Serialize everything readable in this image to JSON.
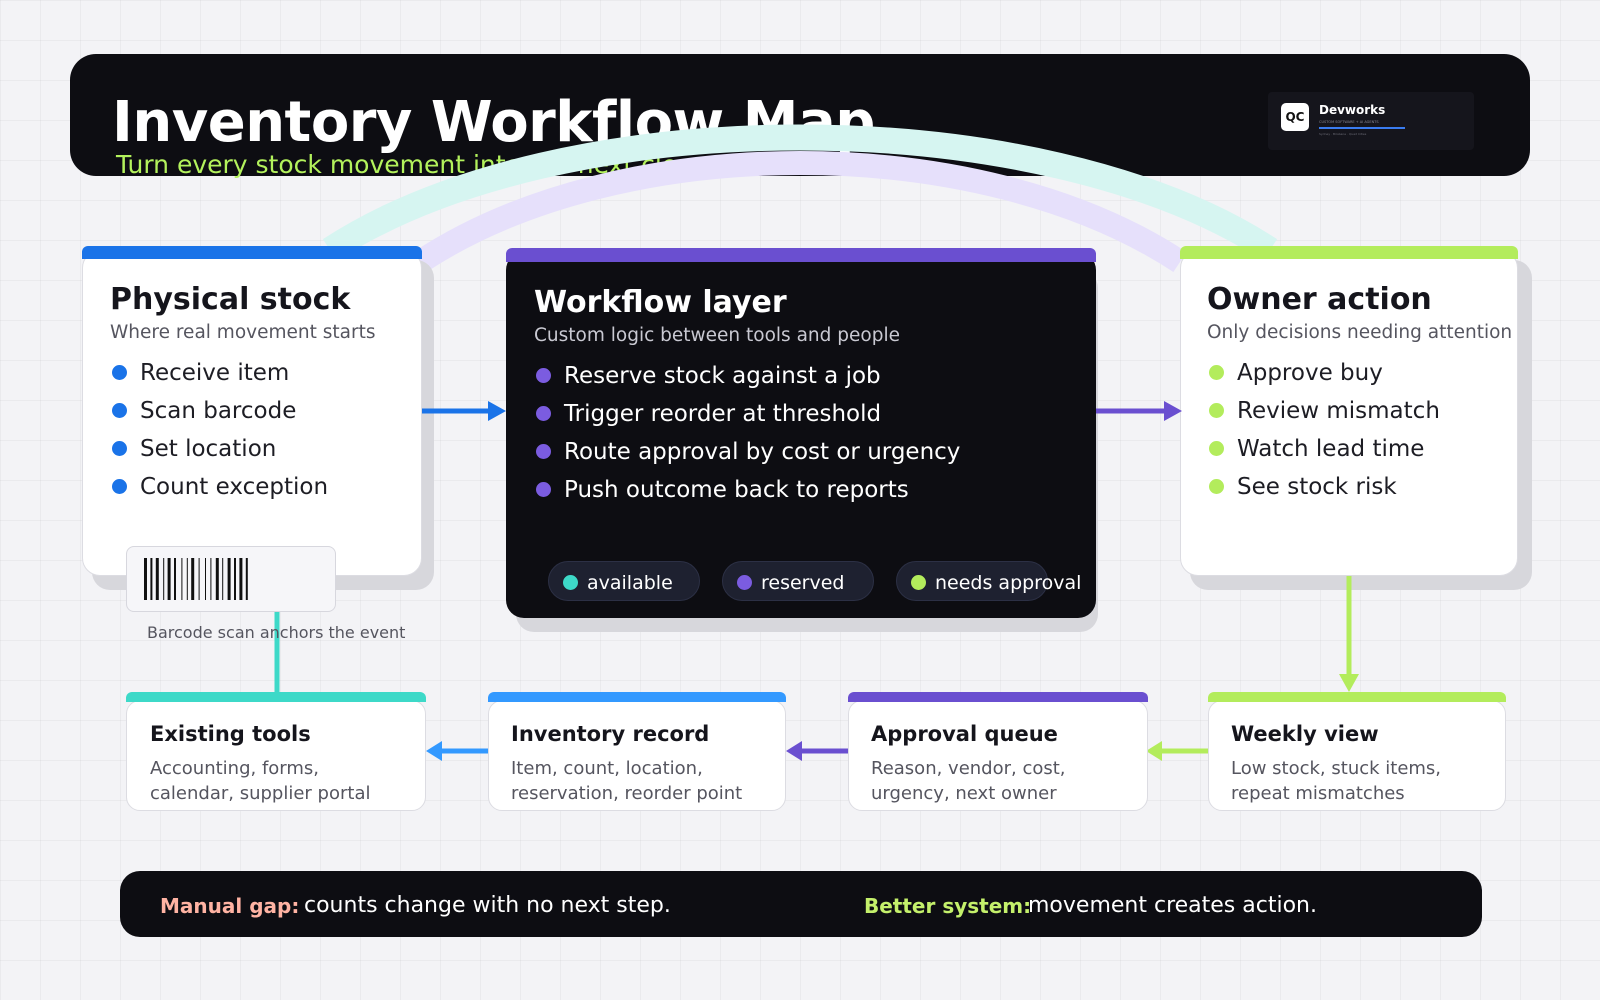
{
  "header": {
    "title": "Inventory Workflow Map",
    "subtitle": "Turn every stock movement into the next clear action."
  },
  "logo": {
    "mark": "QC",
    "name": "Devworks",
    "tagline": "CUSTOM SOFTWARE + AI AGENTS",
    "footer": "Sydney · Brisbane · Quad Cities"
  },
  "cards": {
    "physical": {
      "title": "Physical stock",
      "subtitle": "Where real movement starts",
      "items": [
        "Receive item",
        "Scan barcode",
        "Set location",
        "Count exception"
      ]
    },
    "workflow": {
      "title": "Workflow layer",
      "subtitle": "Custom logic between tools and people",
      "items": [
        "Reserve stock against a job",
        "Trigger reorder at threshold",
        "Route approval by cost or urgency",
        "Push outcome back to reports"
      ]
    },
    "owner": {
      "title": "Owner action",
      "subtitle": "Only decisions needing attention",
      "items": [
        "Approve buy",
        "Review mismatch",
        "Watch lead time",
        "See stock risk"
      ]
    }
  },
  "status_pills": [
    "available",
    "reserved",
    "needs approval"
  ],
  "barcode": {
    "caption": "Barcode scan anchors the event"
  },
  "bottom_cards": [
    {
      "title": "Existing tools",
      "lines": [
        "Accounting, forms,",
        "calendar, supplier portal"
      ]
    },
    {
      "title": "Inventory record",
      "lines": [
        "Item, count, location,",
        "reservation, reorder point"
      ]
    },
    {
      "title": "Approval queue",
      "lines": [
        "Reason, vendor, cost,",
        "urgency, next owner"
      ]
    },
    {
      "title": "Weekly view",
      "lines": [
        "Low stock, stuck items,",
        "repeat mismatches"
      ]
    }
  ],
  "footer": {
    "manual_label": "Manual gap:",
    "manual_text": "counts change with no next step.",
    "better_label": "Better system:",
    "better_text": "movement creates action."
  },
  "colors": {
    "blue": "#1a73e8",
    "purple": "#6a4fd0",
    "green": "#b3ec5c",
    "teal": "#3dd9c8",
    "bright_blue": "#3399ff",
    "dark": "#0d0d12",
    "manual_red": "#ffb3a3",
    "better_green": "#c4f06b"
  }
}
